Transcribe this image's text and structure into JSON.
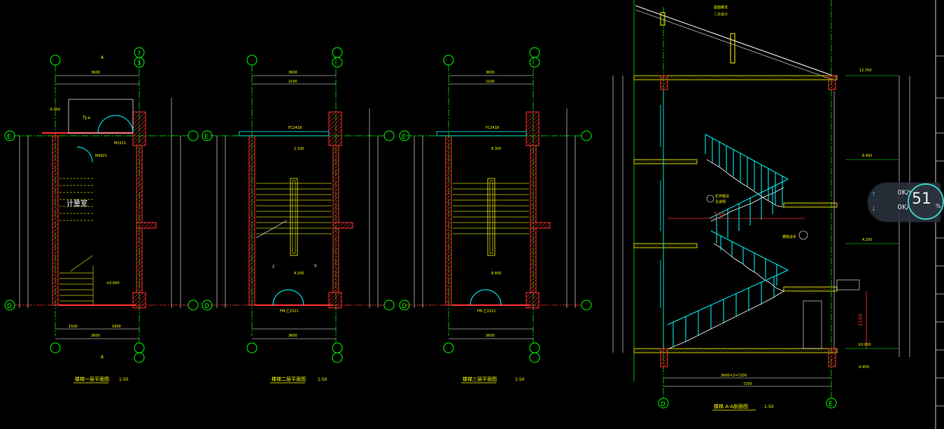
{
  "grid_axes": {
    "E": "E",
    "D": "D",
    "num_3": "3",
    "num_7": "7"
  },
  "plan1": {
    "title": "楼梯一层平面图",
    "scale": "1:50",
    "room_label": "计量室",
    "section_mark": "A",
    "dim_top": "3600",
    "dim_bottom": "3600",
    "door_label": "M1521",
    "door_label2": "M0921",
    "sub_dim_bottom_left": "1500",
    "sub_dim_bottom_right": "1800",
    "elev": "±0.000",
    "elev2": "-0.450",
    "note": "TJ-a"
  },
  "plan2": {
    "title": "楼梯二层平面图",
    "scale": "1:50",
    "window_label": "FC2418",
    "dim_top": "3600",
    "dim_bottom": "3600",
    "sub_dim": "2100",
    "landing_elev": "2.100",
    "floor_elev": "4.200",
    "up_label": "上",
    "down_label": "下",
    "door_label": "FM 乙1521"
  },
  "plan3": {
    "title": "楼梯三层平面图",
    "scale": "1:50",
    "window_label": "FC2418",
    "dim_top": "3600",
    "dim_bottom": "3600",
    "sub_dim": "2100",
    "landing_elev": "6.300",
    "floor_elev": "8.400",
    "door_label": "FM 乙1521"
  },
  "section": {
    "title": "楼梯  A-A剖面图",
    "scale": "1:50",
    "dim_bottom": "7200",
    "dim_bottom_sub": "3600×2=7200",
    "elev_top": "12.700",
    "elev_3": "8.400",
    "elev_2": "4.200",
    "elev_0": "±0.000",
    "elev_ext": "-0.450",
    "red_dim": "2100",
    "label_roof": "屋面做法",
    "label_roof2": "二次设计",
    "label_rail": "栏杆做法",
    "label_rail2": "见说明",
    "label_steel": "钢管扶手",
    "red_label": "5.10"
  },
  "speed_widget": {
    "upload": "0K/s",
    "download": "0K/s",
    "percent": "51",
    "pct_sign": "%",
    "upload_icon": "arrow-up-icon",
    "download_icon": "arrow-down-icon"
  },
  "colors": {
    "background": "#000000",
    "wall": "#ff3030",
    "grid_line": "#00ff00",
    "dimension": "#ffffff",
    "text": "#ffff00",
    "railing": "#00ffff",
    "widget_ring": "#3ad0c8"
  }
}
